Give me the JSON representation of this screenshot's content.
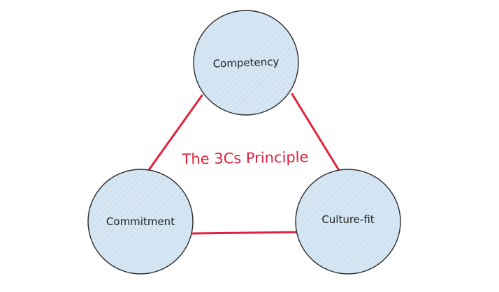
{
  "diagram": {
    "title": "The 3Cs Principle",
    "nodes": [
      {
        "id": "competency",
        "label": "Competency"
      },
      {
        "id": "commitment",
        "label": "Commitment"
      },
      {
        "id": "culture-fit",
        "label": "Culture-fit"
      }
    ],
    "edges": [
      {
        "from": "competency",
        "to": "commitment"
      },
      {
        "from": "competency",
        "to": "culture-fit"
      },
      {
        "from": "commitment",
        "to": "culture-fit"
      }
    ],
    "colors": {
      "edge": "#e0223c",
      "node_fill": "#dbeaf5",
      "node_hatch": "#a9c9e4",
      "node_stroke": "#2b2b2b",
      "title": "#e0223c"
    }
  }
}
